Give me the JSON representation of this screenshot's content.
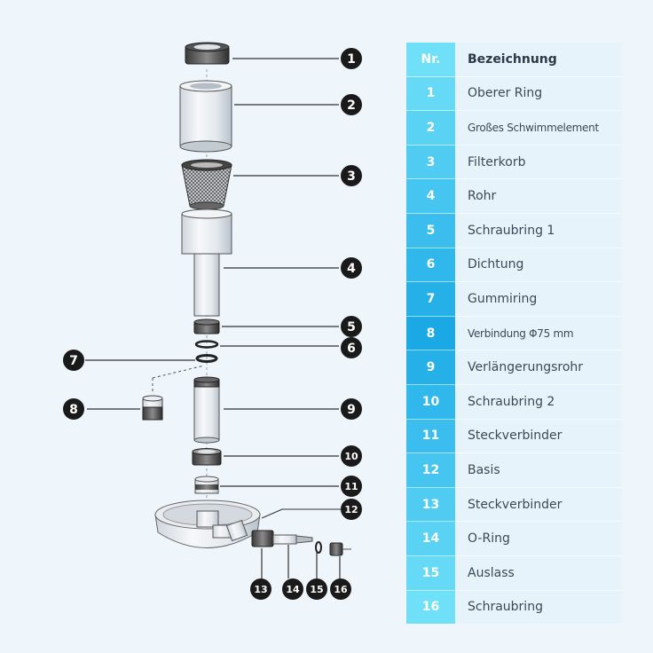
{
  "table": {
    "header_num": "Nr.",
    "header_name": "Bezeichnung",
    "rows": [
      {
        "num": "1",
        "name": "Oberer Ring"
      },
      {
        "num": "2",
        "name": "Großes Schwimmelement"
      },
      {
        "num": "3",
        "name": "Filterkorb"
      },
      {
        "num": "4",
        "name": "Rohr"
      },
      {
        "num": "5",
        "name": "Schraubring 1"
      },
      {
        "num": "6",
        "name": "Dichtung"
      },
      {
        "num": "7",
        "name": "Gummiring"
      },
      {
        "num": "8",
        "name": "Verbindung Φ75 mm"
      },
      {
        "num": "9",
        "name": "Verlängerungsrohr"
      },
      {
        "num": "10",
        "name": "Schraubring 2"
      },
      {
        "num": "11",
        "name": "Steckverbinder"
      },
      {
        "num": "12",
        "name": "Basis"
      },
      {
        "num": "13",
        "name": "Steckverbinder"
      },
      {
        "num": "14",
        "name": "O-Ring"
      },
      {
        "num": "15",
        "name": "Auslass"
      },
      {
        "num": "16",
        "name": "Schraubring"
      }
    ]
  },
  "callouts": [
    "1",
    "2",
    "3",
    "4",
    "5",
    "6",
    "7",
    "8",
    "9",
    "10",
    "11",
    "12",
    "13",
    "14",
    "15",
    "16"
  ],
  "colors": {
    "background": "#eef5fb",
    "table_number_gradient_top": "#1ba9e6",
    "table_number_gradient_bottom": "#6fe0f8",
    "table_name_bg": "#e6f3fb",
    "callout_fill": "#1a1a1a",
    "part_stroke": "#333333"
  }
}
